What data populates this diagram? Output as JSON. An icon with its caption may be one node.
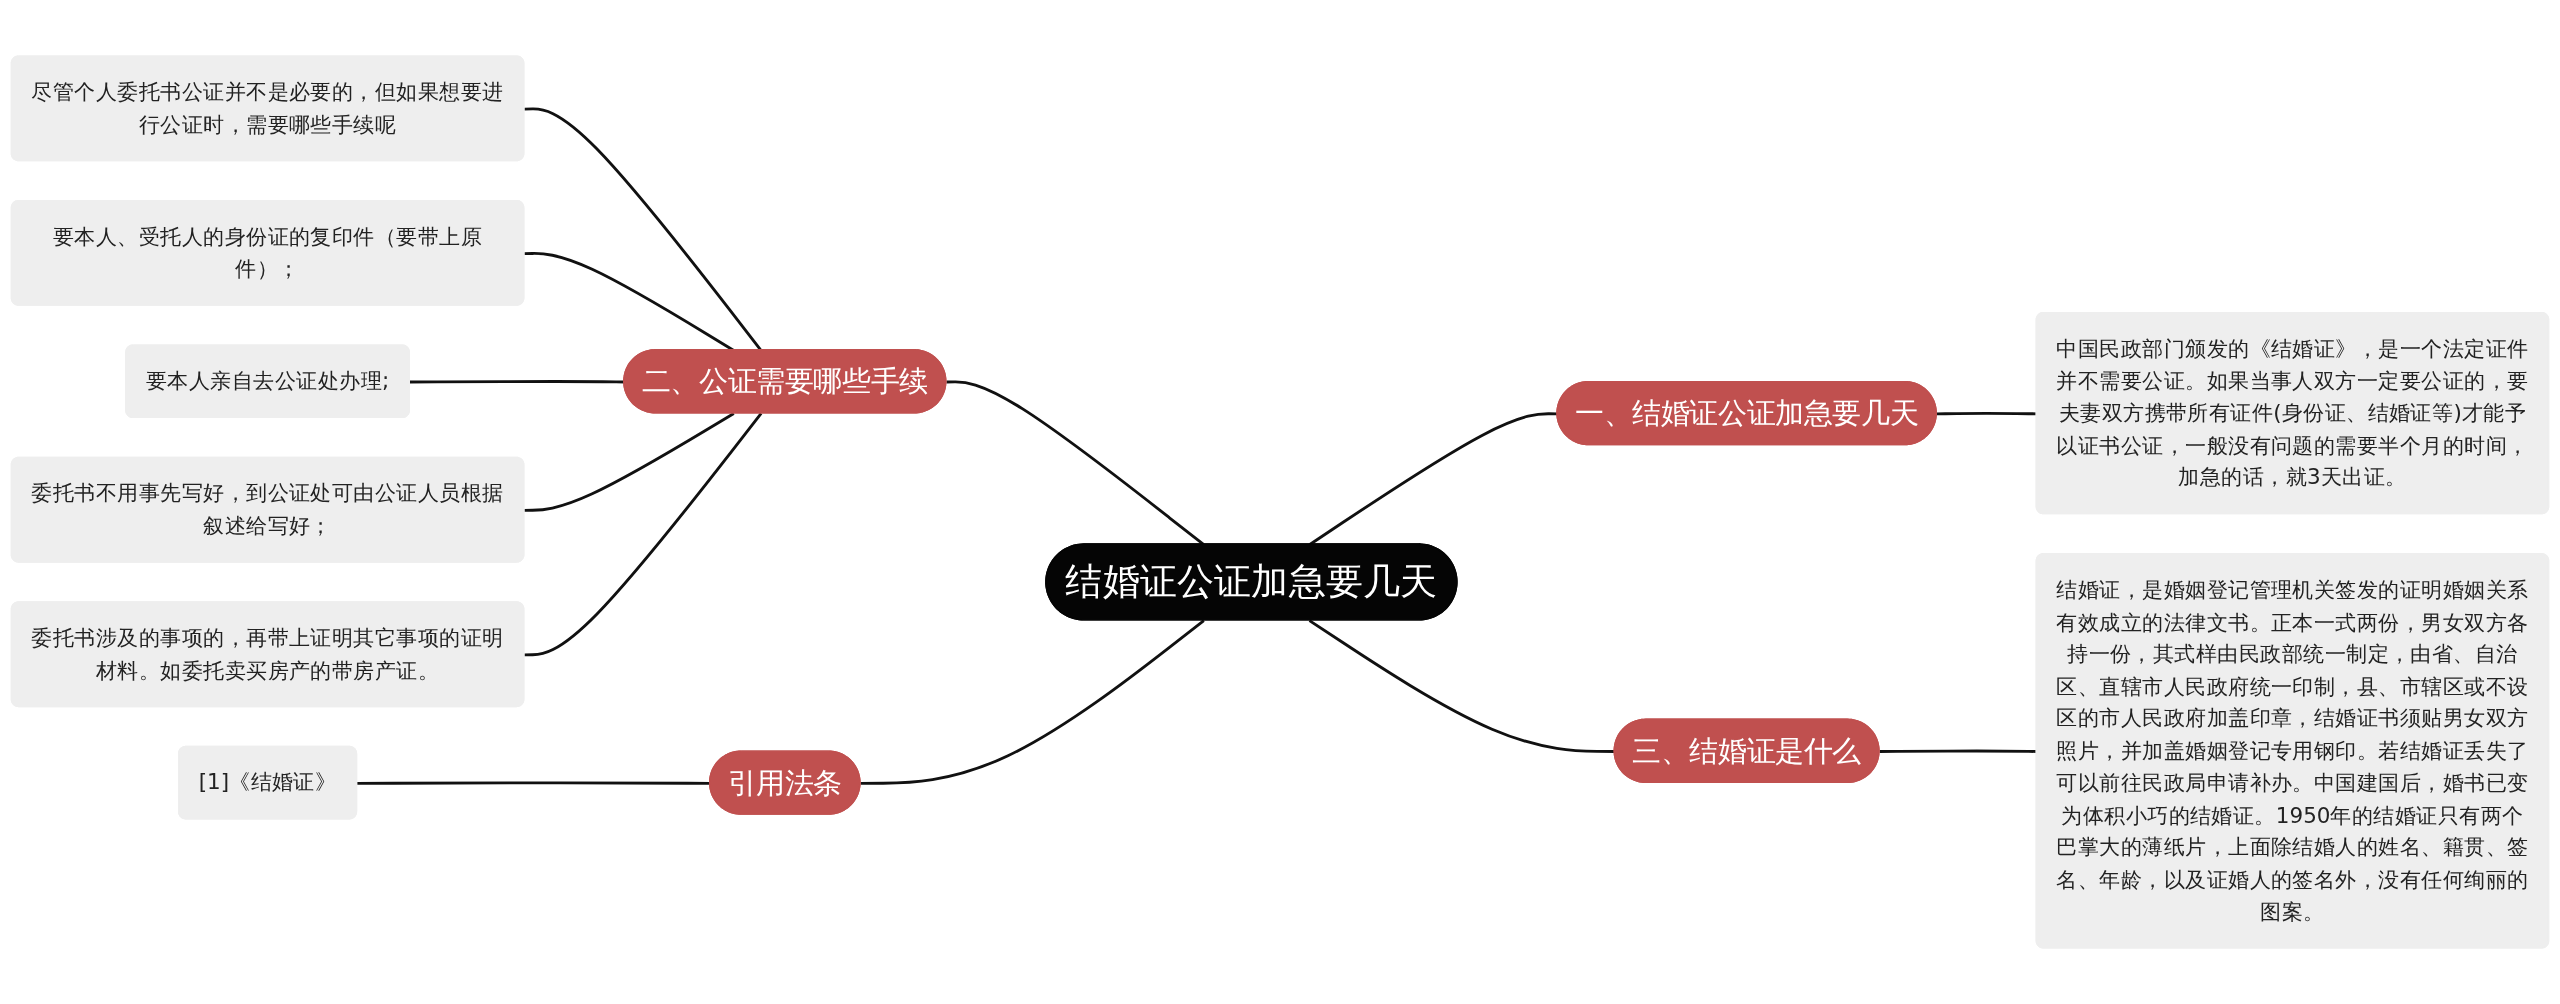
{
  "diagram": {
    "nodes": [
      {
        "text": [
          "结婚证公证加急要几天"
        ]
      },
      {
        "text": [
          "二、公证需要哪些手续"
        ]
      },
      {
        "text": [
          "尽管个人委托书公证并不是必要的，但如果想要进行公证时，需要哪些手续呢"
        ]
      },
      {
        "text": [
          "要本人、受托人的身份证的复印件（要带上原件）；"
        ]
      },
      {
        "text": [
          "要本人亲自去公证处办理;"
        ]
      },
      {
        "text": [
          "委托书不用事先写好，到公证处可由公证人员根据叙述给写好；"
        ]
      },
      {
        "text": [
          "委托书涉及的事项的，再带上证明其它事项的证明材料。如委托卖买房产的带房产证。"
        ]
      },
      {
        "text": [
          "引用法条"
        ]
      },
      {
        "text": [
          "[1]《结婚证》"
        ]
      },
      {
        "text": [
          "一、结婚证公证加急要几天"
        ]
      },
      {
        "text": [
          "中国民政部门颁发的《结婚证》，是一个法定证件并不需要公证。如果当事人双方一定要公证的，要夫妻双方携带所有证件(身份证、结婚证等)才能予以证书公证，一般没有问题的需要半个月的时间，加急的话，就3天出证。"
        ]
      },
      {
        "text": [
          "三、结婚证是什么"
        ]
      },
      {
        "text": [
          "结婚证，是婚姻登记管理机关签发的证明婚姻关系有效成立的法律文书。正本一式两份，男女双方各持一份，其式样由民政部统一制定，由省、自治区、直辖市人民政府统一印制，县、市辖区或不设区的市人民政府加盖印章，结婚证书须贴男女双方照片，并加盖婚姻登记专用钢印。若结婚证丢失了可以前往民政局申请补办。中国建国后，婚书已变为体积小巧的结婚证。1950年的结婚证只有两个巴掌大的薄纸片，上面除结婚人的姓名、籍贯、签名、年龄，以及证婚人的签名外，没有任何绚丽的图案。"
        ]
      }
    ],
    "edges": [
      {
        "from": 0,
        "to": 1,
        "arrow": "none"
      },
      {
        "from": 1,
        "to": 2,
        "arrow": "none"
      },
      {
        "from": 1,
        "to": 3,
        "arrow": "none"
      },
      {
        "from": 1,
        "to": 4,
        "arrow": "none"
      },
      {
        "from": 1,
        "to": 5,
        "arrow": "none"
      },
      {
        "from": 1,
        "to": 6,
        "arrow": "none"
      },
      {
        "from": 0,
        "to": 7,
        "arrow": "none"
      },
      {
        "from": 7,
        "to": 8,
        "arrow": "none"
      },
      {
        "from": 0,
        "to": 9,
        "arrow": "none"
      },
      {
        "from": 9,
        "to": 10,
        "arrow": "none"
      },
      {
        "from": 0,
        "to": 11,
        "arrow": "none"
      },
      {
        "from": 11,
        "to": 12,
        "arrow": "none"
      }
    ]
  }
}
